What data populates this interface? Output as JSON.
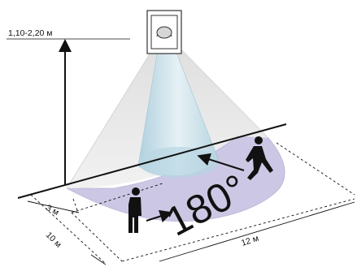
{
  "labels": {
    "mount_height": "1,10-2,20 м",
    "angle": "180°",
    "near_distance": "3 м",
    "depth": "10 м",
    "width": "12 м"
  },
  "colors": {
    "ellipse_fill": "#c9c5e3",
    "outer_cone": "#e6e6e6",
    "inner_cone": "#c8dfe8",
    "figure": "#111111",
    "line": "#111111"
  },
  "icons": {
    "sensor": "ceiling-motion-sensor-icon",
    "person_left": "walking-person-icon",
    "person_right": "walking-person-icon",
    "arrow_left": "arrow-right-icon",
    "arrow_right": "arrow-left-icon"
  }
}
